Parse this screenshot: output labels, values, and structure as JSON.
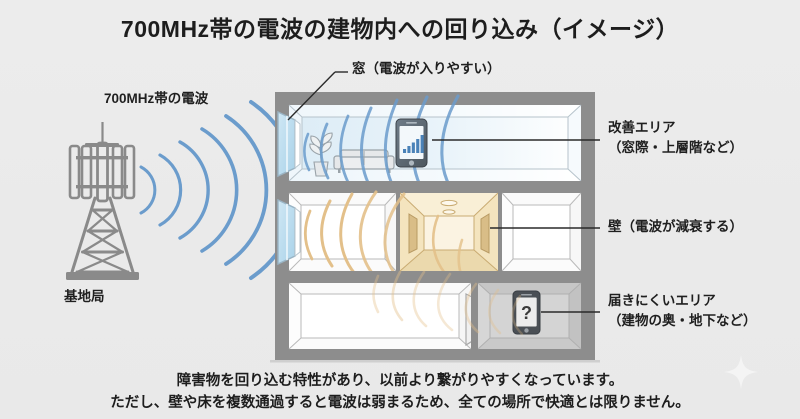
{
  "title": "700MHz帯の電波の建物内への回り込み（イメージ）",
  "labels": {
    "wave_source": "700MHz帯の電波",
    "base_station": "基地局",
    "window": "窓（電波が入りやすい）",
    "good_area_line1": "改善エリア",
    "good_area_line2": "（窓際・上層階など）",
    "wall": "壁（電波が減衰する）",
    "bad_area_line1": "届きにくいエリア",
    "bad_area_line2": "（建物の奥・地下など）"
  },
  "caption": {
    "line1": "障害物を回り込む特性があり、以前より繋がりやすくなっています。",
    "line2": "ただし、壁や床を複数通過すると電波は弱まるため、全ての場所で快適とは限りません。"
  },
  "icons": {
    "tower": "cell-tower-icon",
    "phone_good": "smartphone-signal-icon",
    "phone_bad": "smartphone-question-icon",
    "sofa": "sofa-icon",
    "plant": "potted-plant-icon",
    "window": "window-icon",
    "sparkle": "sparkle-watermark-icon"
  },
  "phone_bad_glyph": "?",
  "colors": {
    "background": "#ebebeb",
    "wall": "#8d8d8d",
    "wall_dark": "#7c7c7c",
    "room_white": "#ffffff",
    "room_blue_tint": "#e4eff7",
    "room_gray_dark": "#cfcfcf",
    "corridor_tan": "#f6e8c6",
    "wave_blue": "#6b9ccc",
    "wave_tan": "#e3c08a",
    "window_glass": "#bcdcee",
    "text": "#1d1d1d",
    "tower_gray": "#8a8a8a",
    "phone_dark": "#4a4f55",
    "signal_bar": "#4a82b8"
  },
  "tower": {
    "antenna_panels": 3,
    "lattice_sections": 3
  },
  "waves": {
    "outdoor_arc_count": 6,
    "indoor_blue_arc_count": 6,
    "indoor_tan_arc_count": 6,
    "basement_tan_arc_count": 7
  },
  "building": {
    "floors": 3,
    "floor1_rooms": [
      "living-room"
    ],
    "floor2_rooms": [
      "left-room",
      "corridor",
      "right-room"
    ],
    "floor3_rooms": [
      "large-room",
      "dark-room"
    ]
  },
  "signal_bars": [
    3,
    5,
    7,
    9,
    11
  ]
}
